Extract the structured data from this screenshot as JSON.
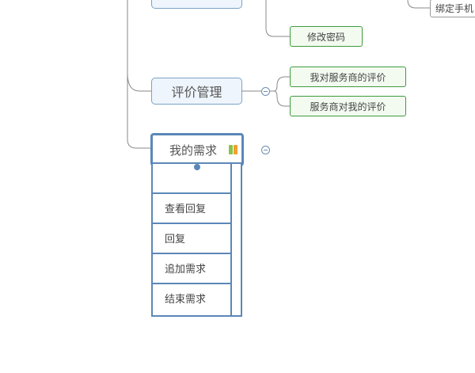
{
  "colors": {
    "branch_line": "#8a8a8a",
    "topic_border": "#7aa3c6",
    "leaf_border": "#3f9a3f",
    "selection": "#5b87b8",
    "flag_green": "#8bc34a",
    "flag_orange": "#f0a030"
  },
  "nodes": {
    "change_password": "修改密码",
    "bind_phone_partial": "绑定手机",
    "review_management": "评价管理",
    "my_review_of_provider": "我对服务商的评价",
    "provider_review_of_me": "服务商对我的评价",
    "my_demands": "我的需求"
  },
  "context_menu": {
    "items": [
      "查看回复",
      "回复",
      "追加需求",
      "结束需求"
    ]
  },
  "icons": {
    "collapse": "collapse-minus-icon",
    "priority": "priority-flag-icon",
    "handle": "menu-handle-icon"
  }
}
